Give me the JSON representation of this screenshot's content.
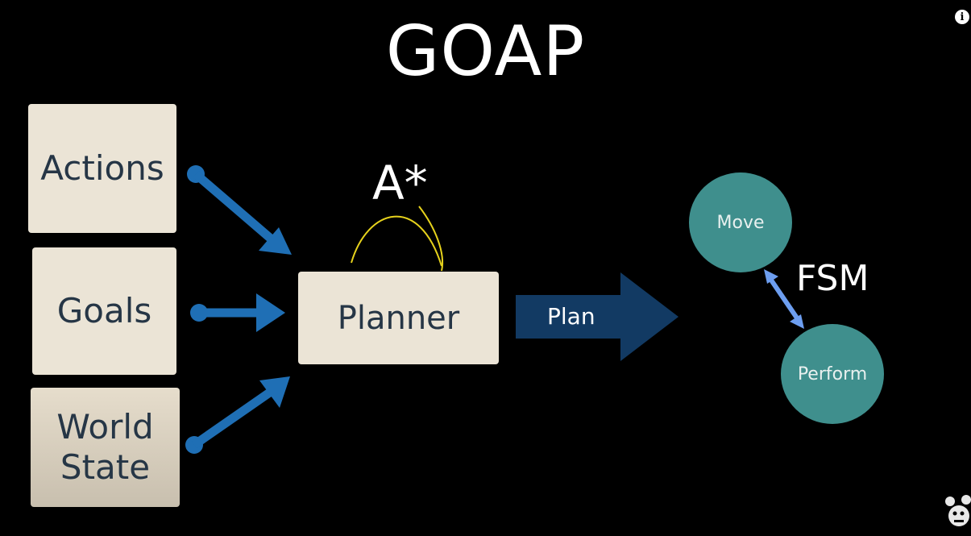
{
  "title": "GOAP",
  "inputs": {
    "actions": "Actions",
    "goals": "Goals",
    "world_state_line1": "World",
    "world_state_line2": "State"
  },
  "planner": "Planner",
  "algorithm": "A*",
  "plan": "Plan",
  "fsm": {
    "label": "FSM",
    "state_move": "Move",
    "state_perform": "Perform"
  },
  "colors": {
    "box": "#ebe4d6",
    "box_text": "#263646",
    "input_arrow": "#1f6fb5",
    "plan_arrow": "#123a63",
    "fsm_circle": "#3f8f8d",
    "fsm_link": "#6d9ef0",
    "astar_curve": "#e6d21c"
  },
  "icons": [
    "info-icon",
    "mascot-icon"
  ]
}
